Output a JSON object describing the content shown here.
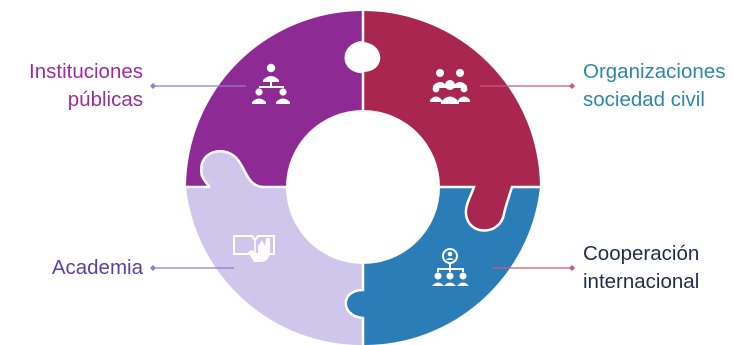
{
  "labels": {
    "top_left": {
      "line1": "Instituciones",
      "line2": "públicas"
    },
    "top_right": {
      "line1": "Organizaciones",
      "line2": "sociedad civil"
    },
    "bottom_left": {
      "line1": "Academia"
    },
    "bottom_right": {
      "line1": "Cooperación",
      "line2": "internacional"
    }
  },
  "colors": {
    "instituciones": "#8e2a93",
    "organizaciones": "#a8264f",
    "academia": "#cfc6ec",
    "cooperacion": "#2a7db6",
    "text_instituciones": "#9b2e9e",
    "text_organizaciones": "#2f86ad",
    "text_academia": "#5a3fa6",
    "text_cooperacion": "#1f2d4a",
    "connector_left": "#8a7fd0",
    "connector_right": "#d0567e"
  },
  "icons": {
    "top_left": "hierarchy-people-icon",
    "top_right": "team-group-icon",
    "bottom_left": "book-hand-icon",
    "bottom_right": "network-person-icon"
  }
}
